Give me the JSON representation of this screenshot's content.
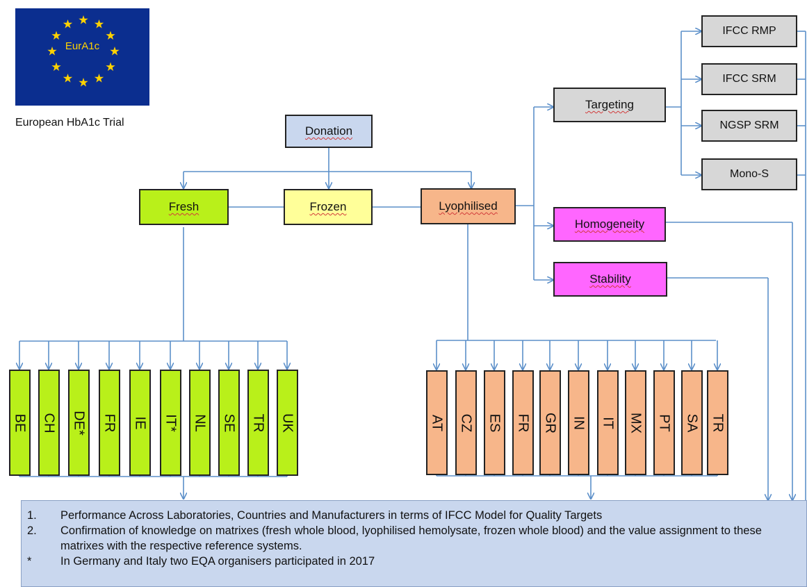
{
  "flag": {
    "code": "EurA1c",
    "caption": "European HbA1c Trial",
    "background": "#0b2e8f",
    "star_color": "#ffd200"
  },
  "nodes": {
    "donation": "Donation",
    "fresh": "Fresh",
    "frozen": "Frozen",
    "lyophilised": "Lyophilised",
    "targeting": "Targeting",
    "homogeneity": "Homogeneity",
    "stability": "Stability",
    "ifcc_rmp": "IFCC RMP",
    "ifcc_srm": "IFCC SRM",
    "ngsp_srm": "NGSP SRM",
    "mono_s": "Mono-S"
  },
  "fresh_countries": [
    "BE",
    "CH",
    "DE*",
    "FR",
    "IE",
    "IT*",
    "NL",
    "SE",
    "TR",
    "UK"
  ],
  "lyophilised_countries": [
    "AT",
    "CZ",
    "ES",
    "FR",
    "GR",
    "IN",
    "IT",
    "MX",
    "PT",
    "SA",
    "TR"
  ],
  "notes": [
    {
      "marker": "1.",
      "text": "Performance Across Laboratories, Countries and Manufacturers in terms of IFCC Model for Quality Targets"
    },
    {
      "marker": "2.",
      "text": "Confirmation of knowledge on matrixes (fresh whole blood, lyophilised hemolysate, frozen whole blood) and the value assignment to these matrixes with the respective reference systems."
    },
    {
      "marker": "*",
      "text": "In Germany  and Italy two  EQA organisers participated in 2017"
    }
  ],
  "colors": {
    "line": "#5b8fc9",
    "grey": "#d7d7d7",
    "donation": "#c9d7ee",
    "fresh": "#b9f01a",
    "frozen": "#ffff99",
    "lyophilised": "#f7b68a",
    "pink": "#ff66ff",
    "notes_bg": "#c9d7ee"
  }
}
